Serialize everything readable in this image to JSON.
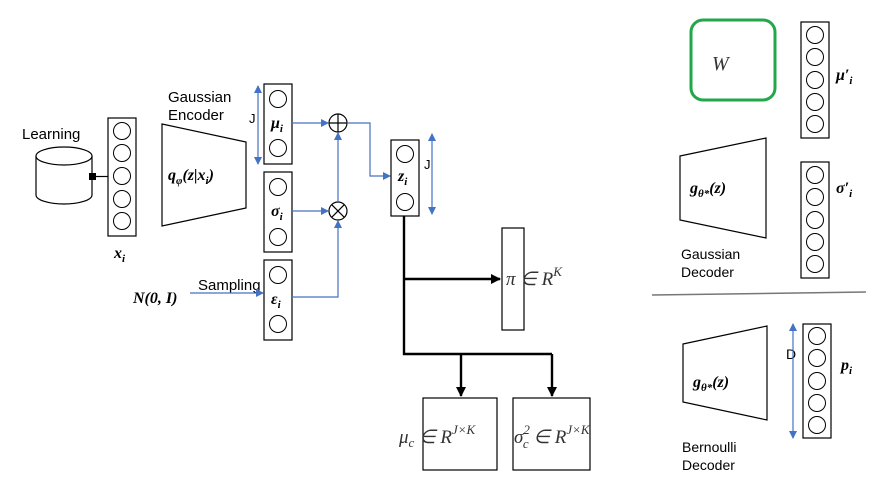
{
  "labels": {
    "learning": "Learning",
    "gaussian_encoder_line1": "Gaussian",
    "gaussian_encoder_line2": "Encoder",
    "j_mu": "J",
    "j_z": "J",
    "sampling": "Sampling",
    "gaussian_decoder_line1": "Gaussian",
    "gaussian_decoder_line2": "Decoder",
    "bernoulli_decoder_line1": "Bernoulli",
    "bernoulli_decoder_line2": "Decoder",
    "d_label": "D"
  },
  "math": {
    "x_i": {
      "base": "x",
      "sub": "i"
    },
    "q_base": "q",
    "q_sub": "φ",
    "q_arg": "(z|x",
    "q_arg_sub": "i",
    "q_close": ")",
    "mu_i": {
      "base": "μ",
      "sub": "i"
    },
    "sigma_i": {
      "base": "σ",
      "sub": "i"
    },
    "eps_i": {
      "base": "ε",
      "sub": "i"
    },
    "z_i": {
      "base": "z",
      "sub": "i"
    },
    "noise": "N(0, I)",
    "oplus": "⊕",
    "otimes": "⊗",
    "pi_base": "π ∈ R",
    "pi_sup": "K",
    "muc_base": "μ",
    "muc_sub": "c",
    "muc_rest": " ∈ R",
    "muc_sup": "J×K",
    "sigc_base": "σ",
    "sigc_sup1": "2",
    "sigc_sub": "c",
    "sigc_rest": " ∈ R",
    "sigc_sup": "J×K",
    "W": "W",
    "mu_prime": {
      "base": "μ′",
      "sub": "i"
    },
    "sigma_prime": {
      "base": "σ′",
      "sub": "i"
    },
    "g_base": "g",
    "g_sub": "θ*",
    "g_arg": "(z)",
    "p_i": {
      "base": "p",
      "sub": "i"
    }
  },
  "colors": {
    "arrow_blue": "#4472c4",
    "w_box_green": "#22a84a",
    "black": "#000000",
    "divider": "#777777"
  }
}
